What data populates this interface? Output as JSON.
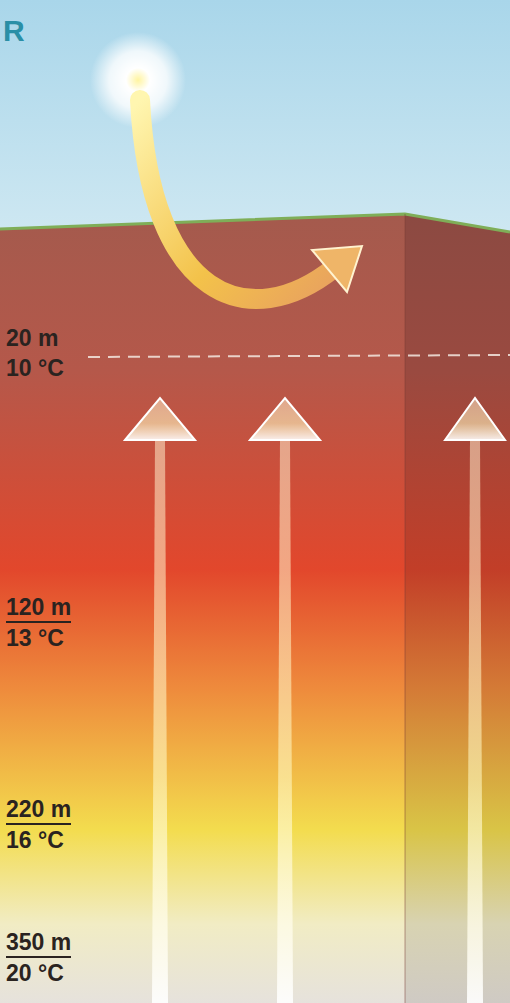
{
  "diagram": {
    "labels": [
      "R",
      "20 m",
      "10 °C",
      "120 m",
      "13 °C",
      "220 m",
      "16 °C",
      "350 m",
      "20 °C"
    ]
  }
}
